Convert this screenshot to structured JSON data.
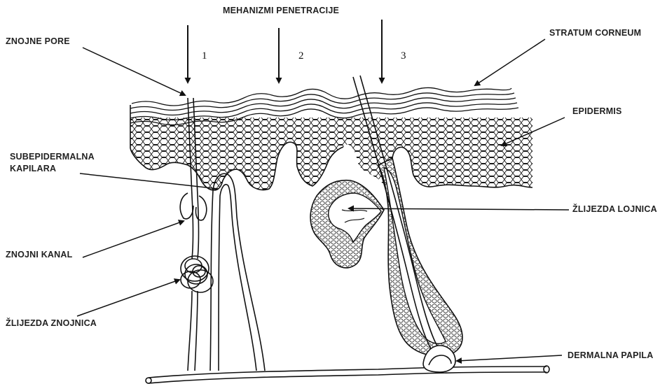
{
  "diagram": {
    "title": "MEHANIZMI PENETRACIJE",
    "pathway_numbers": [
      "1",
      "2",
      "3"
    ],
    "labels": {
      "sweat_pore": "ZNOJNE PORE",
      "stratum_corneum": "STRATUM CORNEUM",
      "epidermis": "EPIDERMIS",
      "capillary_line1": "SUBEPIDERMALNA",
      "capillary_line2": "KAPILARA",
      "sebaceous_gland": "ŽLIJEZDA LOJNICA",
      "sweat_duct": "ZNOJNI KANAL",
      "sweat_gland": "ŽLIJEZDA ZNOJNICA",
      "dermal_papilla": "DERMALNA PAPILA"
    }
  },
  "colors": {
    "ink": "#111111",
    "label_text": "#222222",
    "background": "#ffffff"
  }
}
